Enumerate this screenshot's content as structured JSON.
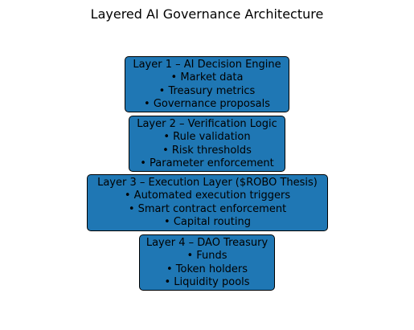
{
  "diagram": {
    "title": "Layered AI Governance Architecture",
    "box_color": "#1f77b4",
    "border_color": "#000000",
    "layers": [
      {
        "title": "Layer 1 – AI Decision Engine",
        "items": [
          "• Market data",
          "• Treasury metrics",
          "• Governance proposals"
        ]
      },
      {
        "title": "Layer 2 – Verification Logic",
        "items": [
          "• Rule validation",
          "• Risk thresholds",
          "• Parameter enforcement"
        ]
      },
      {
        "title": "Layer 3 – Execution Layer ($ROBO Thesis)",
        "items": [
          "• Automated execution triggers",
          "• Smart contract enforcement",
          "• Capital routing"
        ]
      },
      {
        "title": "Layer 4 – DAO Treasury",
        "items": [
          "• Funds",
          "• Token holders",
          "• Liquidity pools"
        ]
      }
    ]
  }
}
